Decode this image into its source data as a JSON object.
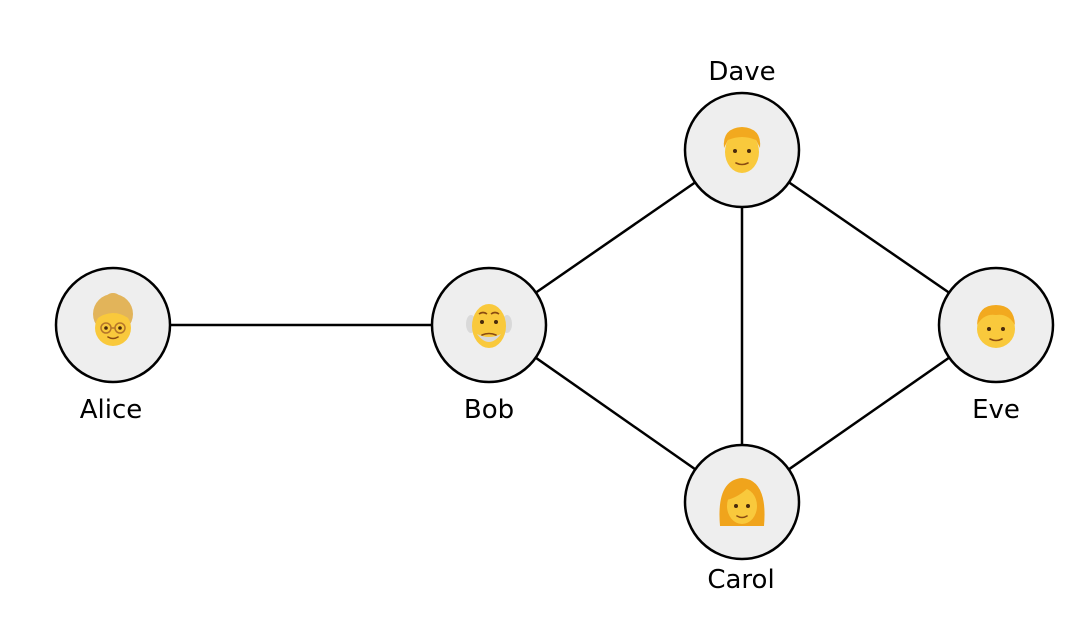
{
  "nodes": {
    "alice": {
      "label": "Alice",
      "avatar": "older-woman-face-icon"
    },
    "bob": {
      "label": "Bob",
      "avatar": "older-man-face-icon"
    },
    "dave": {
      "label": "Dave",
      "avatar": "man-face-icon"
    },
    "eve": {
      "label": "Eve",
      "avatar": "boy-face-icon"
    },
    "carol": {
      "label": "Carol",
      "avatar": "woman-face-icon"
    }
  },
  "edges": [
    [
      "alice",
      "bob"
    ],
    [
      "bob",
      "dave"
    ],
    [
      "bob",
      "carol"
    ],
    [
      "dave",
      "carol"
    ],
    [
      "dave",
      "eve"
    ],
    [
      "eve",
      "carol"
    ]
  ],
  "colors": {
    "node_fill": "#eeeeee",
    "stroke": "#000000",
    "skin": "#f9c93c",
    "skin_shade": "#e3a32a",
    "hair_gray": "#d8d8d8",
    "hair_blond": "#f2a91f",
    "hair_orange": "#f0a41c"
  }
}
